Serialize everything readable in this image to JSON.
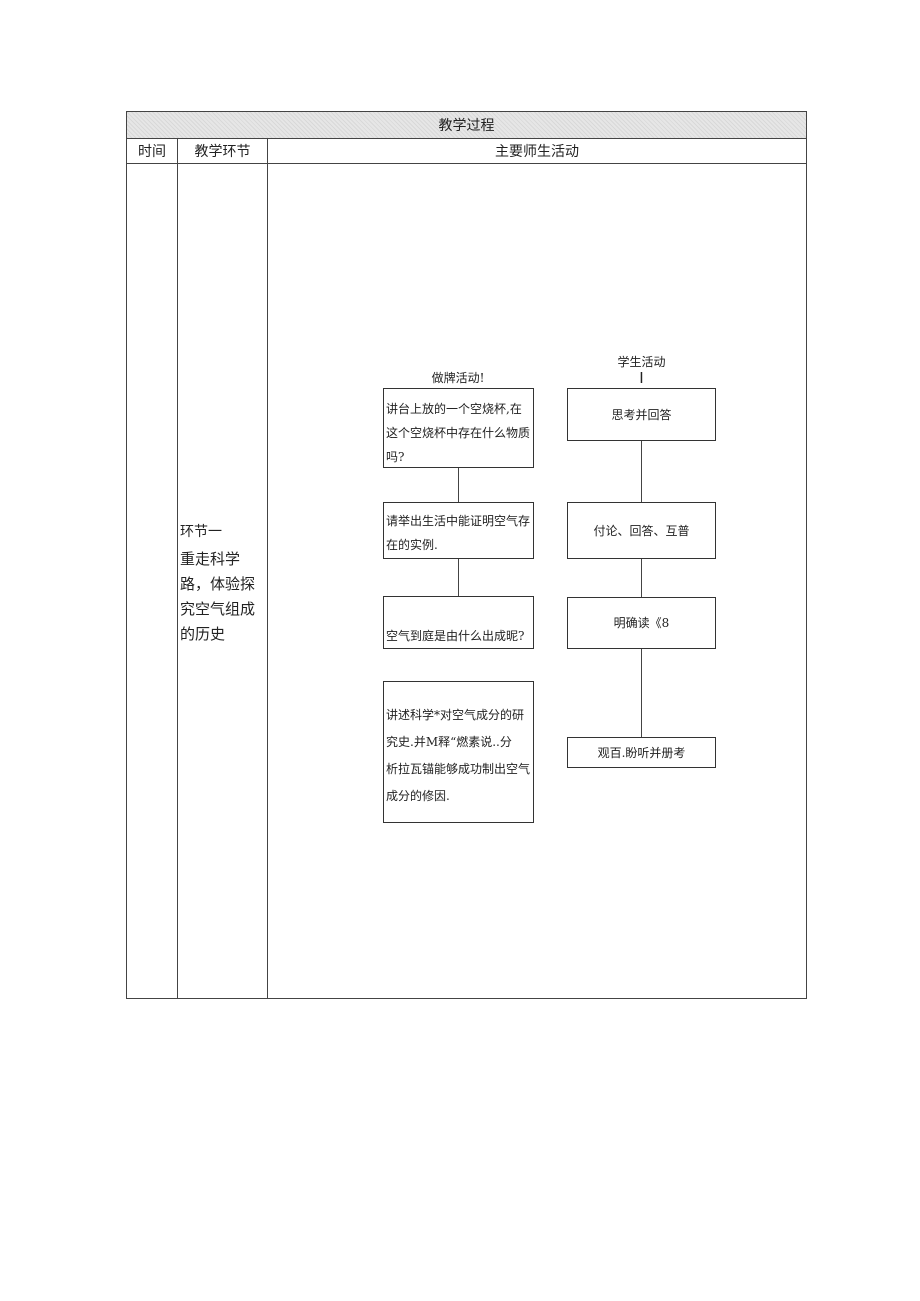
{
  "table": {
    "title": "教学过程",
    "columns": [
      "时间",
      "教学环节",
      "主要师生活动"
    ]
  },
  "stage": {
    "title": "环节一",
    "description_lines": [
      "重走科学",
      "路，体验探",
      "究空气组成",
      "的历史"
    ]
  },
  "teacher": {
    "header": "做牌活动!",
    "boxes": [
      [
        "讲台上放的一个空烧杯,在",
        "这个空烧杯中存在什么物质",
        "吗?"
      ],
      [
        "请举出生活中能证明空气存",
        "在的实例."
      ],
      [
        "空气到庭是由什么出成昵?"
      ],
      [
        "讲述科学*对空气成分的研",
        "究史.并M释“燃素说..分",
        "析拉瓦锚能够成功制出空气",
        "成分的修因."
      ]
    ]
  },
  "student": {
    "header": "学生活动",
    "marker": "I",
    "boxes": [
      "思考并回答",
      "付论、回答、互普",
      "明确读《8",
      "观百.盼听并册考"
    ]
  }
}
